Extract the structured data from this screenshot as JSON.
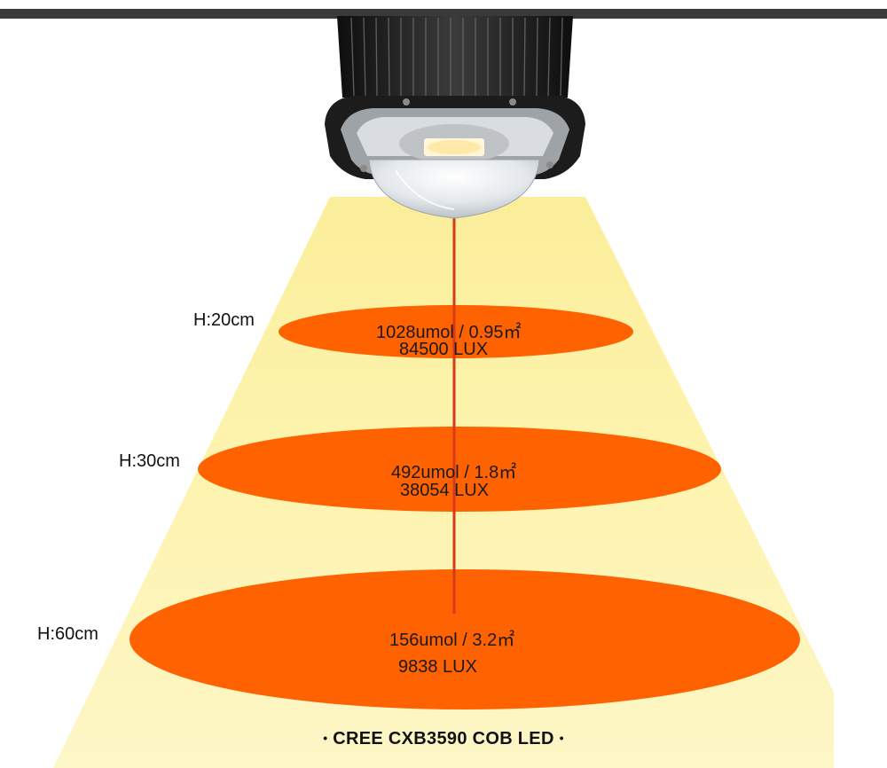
{
  "colors": {
    "beam": "#fdf4a6",
    "ellipse": "#ff6200",
    "center_line": "#d63a1a",
    "housing": "#1b1b1b"
  },
  "product": {
    "icon": "cob-led-grow-light-icon",
    "caption": "CREE CXB3590 COB LED",
    "caption_bullet": "•"
  },
  "readings": [
    {
      "height_label": "H:20cm",
      "ppfd": "1028umol / 0.95㎡",
      "lux": "84500 LUX"
    },
    {
      "height_label": "H:30cm",
      "ppfd": "492umol / 1.8㎡",
      "lux": "38054 LUX"
    },
    {
      "height_label": "H:60cm",
      "ppfd": "156umol / 3.2㎡",
      "lux": "9838 LUX"
    }
  ]
}
